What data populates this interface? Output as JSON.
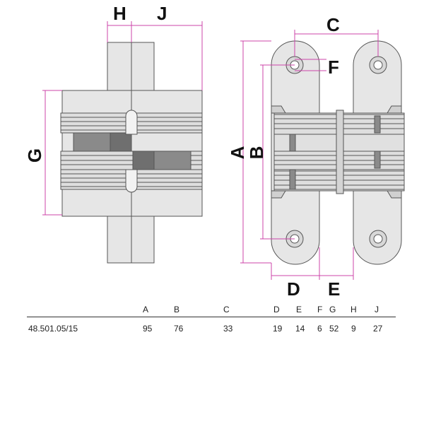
{
  "dimension_labels": {
    "A": "A",
    "B": "B",
    "C": "C",
    "D": "D",
    "E": "E",
    "F": "F",
    "G": "G",
    "H": "H",
    "J": "J"
  },
  "table": {
    "model_header": "",
    "columns": [
      "A",
      "B",
      "C",
      "D",
      "E",
      "F",
      "G",
      "H",
      "J"
    ],
    "row": {
      "model": "48.501.05/15",
      "values": [
        "95",
        "76",
        "33",
        "19",
        "14",
        "6",
        "52",
        "9",
        "27"
      ]
    }
  },
  "colors": {
    "hinge_fill": "#e6e6e6",
    "hinge_stroke": "#555555",
    "dark_insert": "#8a8a8a",
    "dimension_line": "#cc44aa"
  }
}
